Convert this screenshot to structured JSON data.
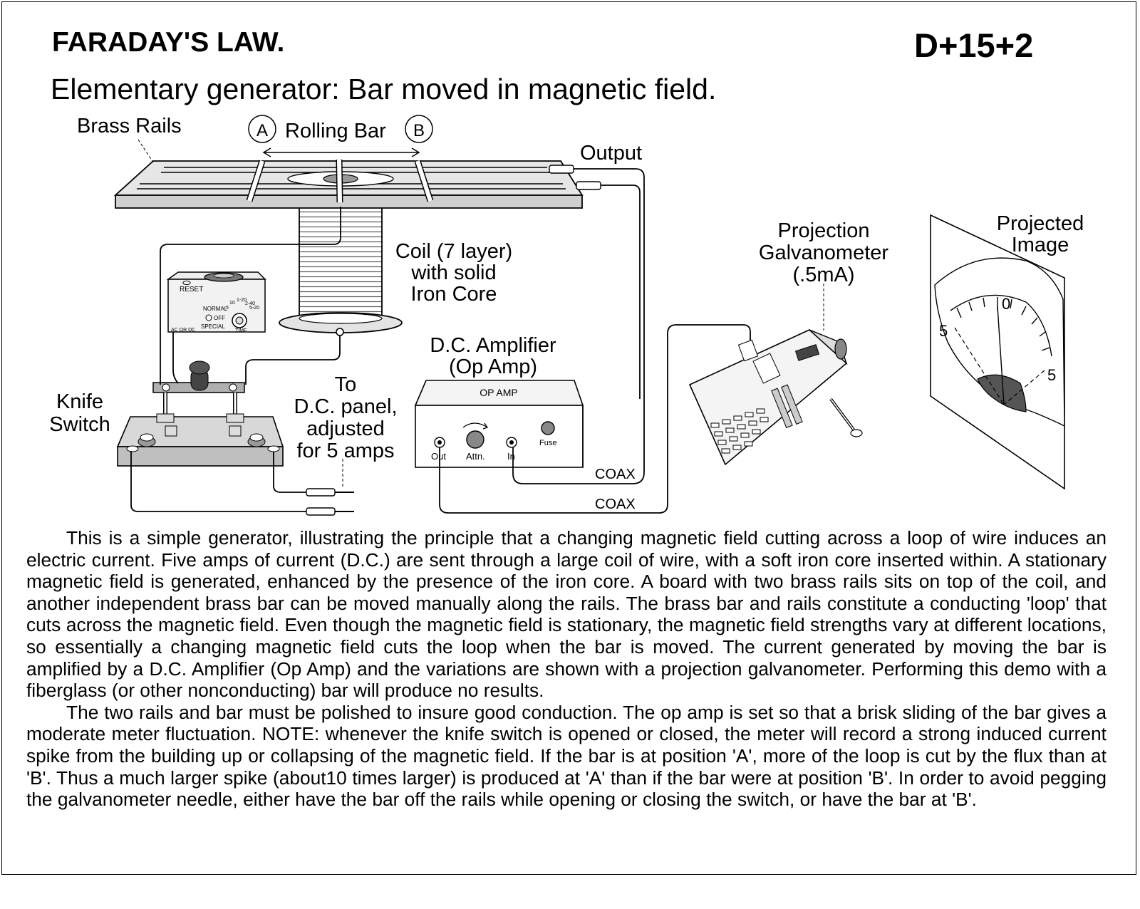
{
  "header": {
    "title": "FARADAY'S LAW.",
    "code": "D+15+2",
    "subtitle": "Elementary generator: Bar moved in magnetic field."
  },
  "labels": {
    "brass_rails": "Brass Rails",
    "marker_a": "A",
    "rolling_bar": "Rolling Bar",
    "marker_b": "B",
    "output": "Output",
    "coil": [
      "Coil (7 layer)",
      "with solid",
      "Iron Core"
    ],
    "knife_switch": [
      "Knife",
      "Switch"
    ],
    "dc_panel": [
      "To",
      "D.C. panel,",
      "adjusted",
      "for 5 amps"
    ],
    "amplifier": [
      "D.C. Amplifier",
      "(Op Amp)"
    ],
    "galvanometer": [
      "Projection",
      "Galvanometer",
      "(.5mA)"
    ],
    "projected_image": [
      "Projected",
      "Image"
    ],
    "coax_1": "COAX",
    "coax_2": "COAX"
  },
  "timer": {
    "reset": "RESET",
    "normal": "NORMAL",
    "off": "OFF",
    "special": "SPECIAL",
    "ac_dc": "AC OR DC",
    "time": "TIME",
    "dial_values": [
      "5",
      "10",
      "1-20",
      "2-40",
      "5-20"
    ]
  },
  "amp_panel": {
    "name": "OP AMP",
    "out": "Out",
    "attn": "Attn.",
    "in": "In",
    "fuse": "Fuse"
  },
  "meter_scale": {
    "left": "5",
    "center": "0",
    "right": "5"
  },
  "description": [
    "This is a simple generator, illustrating the principle that a changing magnetic field cutting across a loop of wire induces an electric current. Five amps of current (D.C.) are sent through a  large coil of wire, with a soft iron core inserted within.  A stationary magnetic field is generated, enhanced by the presence of the iron core. A board with two brass rails sits on top of the coil, and another independent brass bar can be moved manually along the rails. The brass bar and rails constitute a conducting 'loop' that cuts across the magnetic field. Even though the magnetic field is stationary, the magnetic field strengths vary at different locations, so essentially a changing magnetic field cuts the loop when the bar is moved.  The current generated by moving the bar is amplified by a D.C. Amplifier (Op Amp) and the variations are shown with a projection galvanometer. Performing this demo with a fiberglass (or other nonconducting) bar will produce no results.",
    "The two rails and bar must be polished to insure good conduction. The op amp is set so that a brisk sliding of the bar gives a moderate meter fluctuation. NOTE:  whenever the knife switch is opened or closed, the meter will record a strong induced current spike from the building up or collapsing of the magnetic field. If the bar is at position 'A', more of the loop is cut by the flux than at 'B'. Thus a much larger spike (about10 times larger) is produced at 'A' than if the bar were at position 'B'.  In order to avoid pegging the galvanometer needle, either have the bar off the rails while opening or closing the switch, or have the bar at 'B'."
  ]
}
